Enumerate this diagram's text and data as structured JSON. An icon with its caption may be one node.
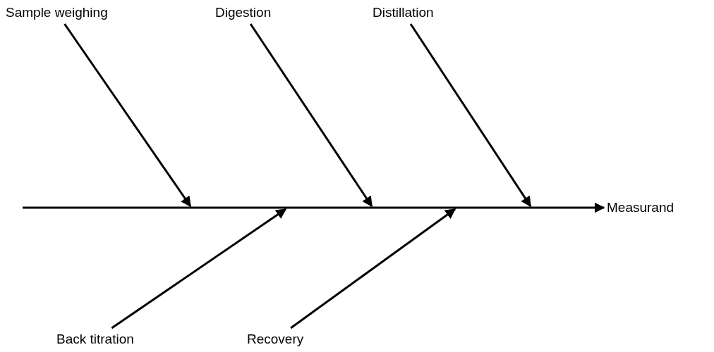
{
  "diagram": {
    "nodes": [
      {
        "text": [
          "Sample weighing"
        ]
      },
      {
        "text": [
          "Digestion"
        ]
      },
      {
        "text": [
          "Distillation"
        ]
      },
      {
        "text": [
          "Measurand"
        ]
      },
      {
        "text": [
          "Back titration"
        ]
      },
      {
        "text": [
          "Recovery"
        ]
      }
    ],
    "edges": [
      {
        "from": null,
        "to": 3,
        "arrow": "to"
      },
      {
        "from": 0,
        "to": null,
        "arrow": "to"
      },
      {
        "from": 1,
        "to": null,
        "arrow": "to"
      },
      {
        "from": 2,
        "to": null,
        "arrow": "to"
      },
      {
        "from": 4,
        "to": null,
        "arrow": "to"
      },
      {
        "from": 5,
        "to": null,
        "arrow": "to"
      }
    ]
  }
}
